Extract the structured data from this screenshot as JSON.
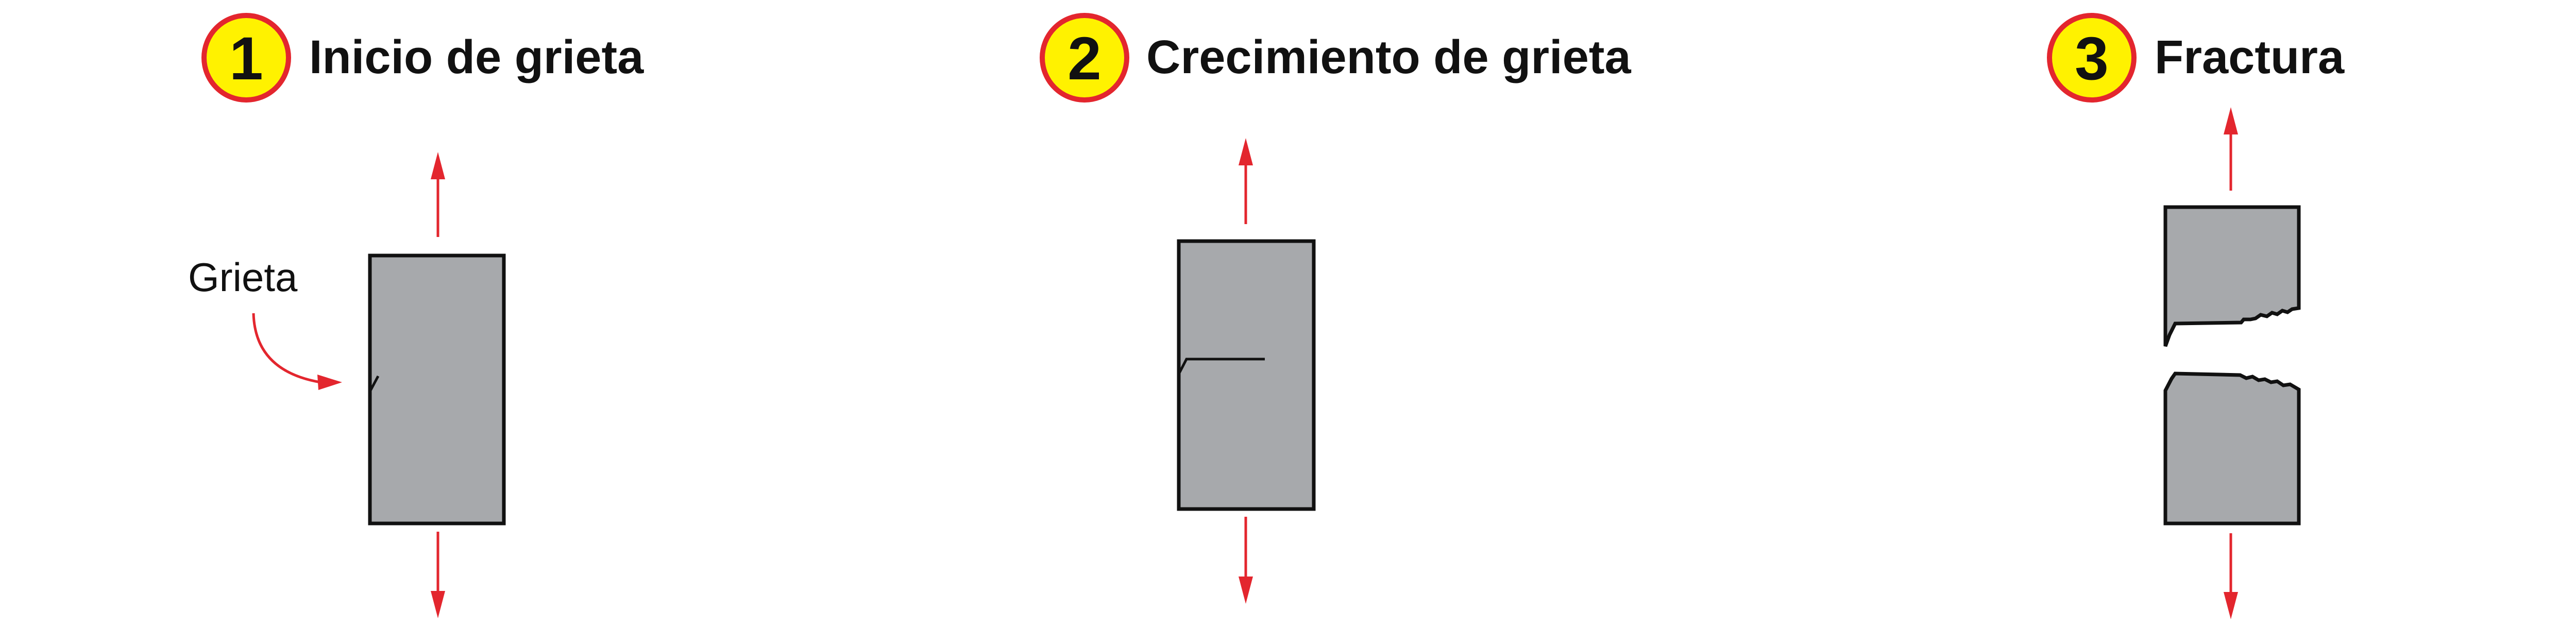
{
  "colors": {
    "badge_fill": "#fff200",
    "badge_stroke": "#e3262e",
    "arrow": "#e3262e",
    "specimen": "#a7a9ac"
  },
  "steps": [
    {
      "number": "1",
      "title": "Inicio de grieta"
    },
    {
      "number": "2",
      "title": "Crecimiento de grieta"
    },
    {
      "number": "3",
      "title": "Fractura"
    }
  ],
  "callout": {
    "label": "Grieta"
  },
  "arrows": {
    "meaning": "tensile load"
  }
}
